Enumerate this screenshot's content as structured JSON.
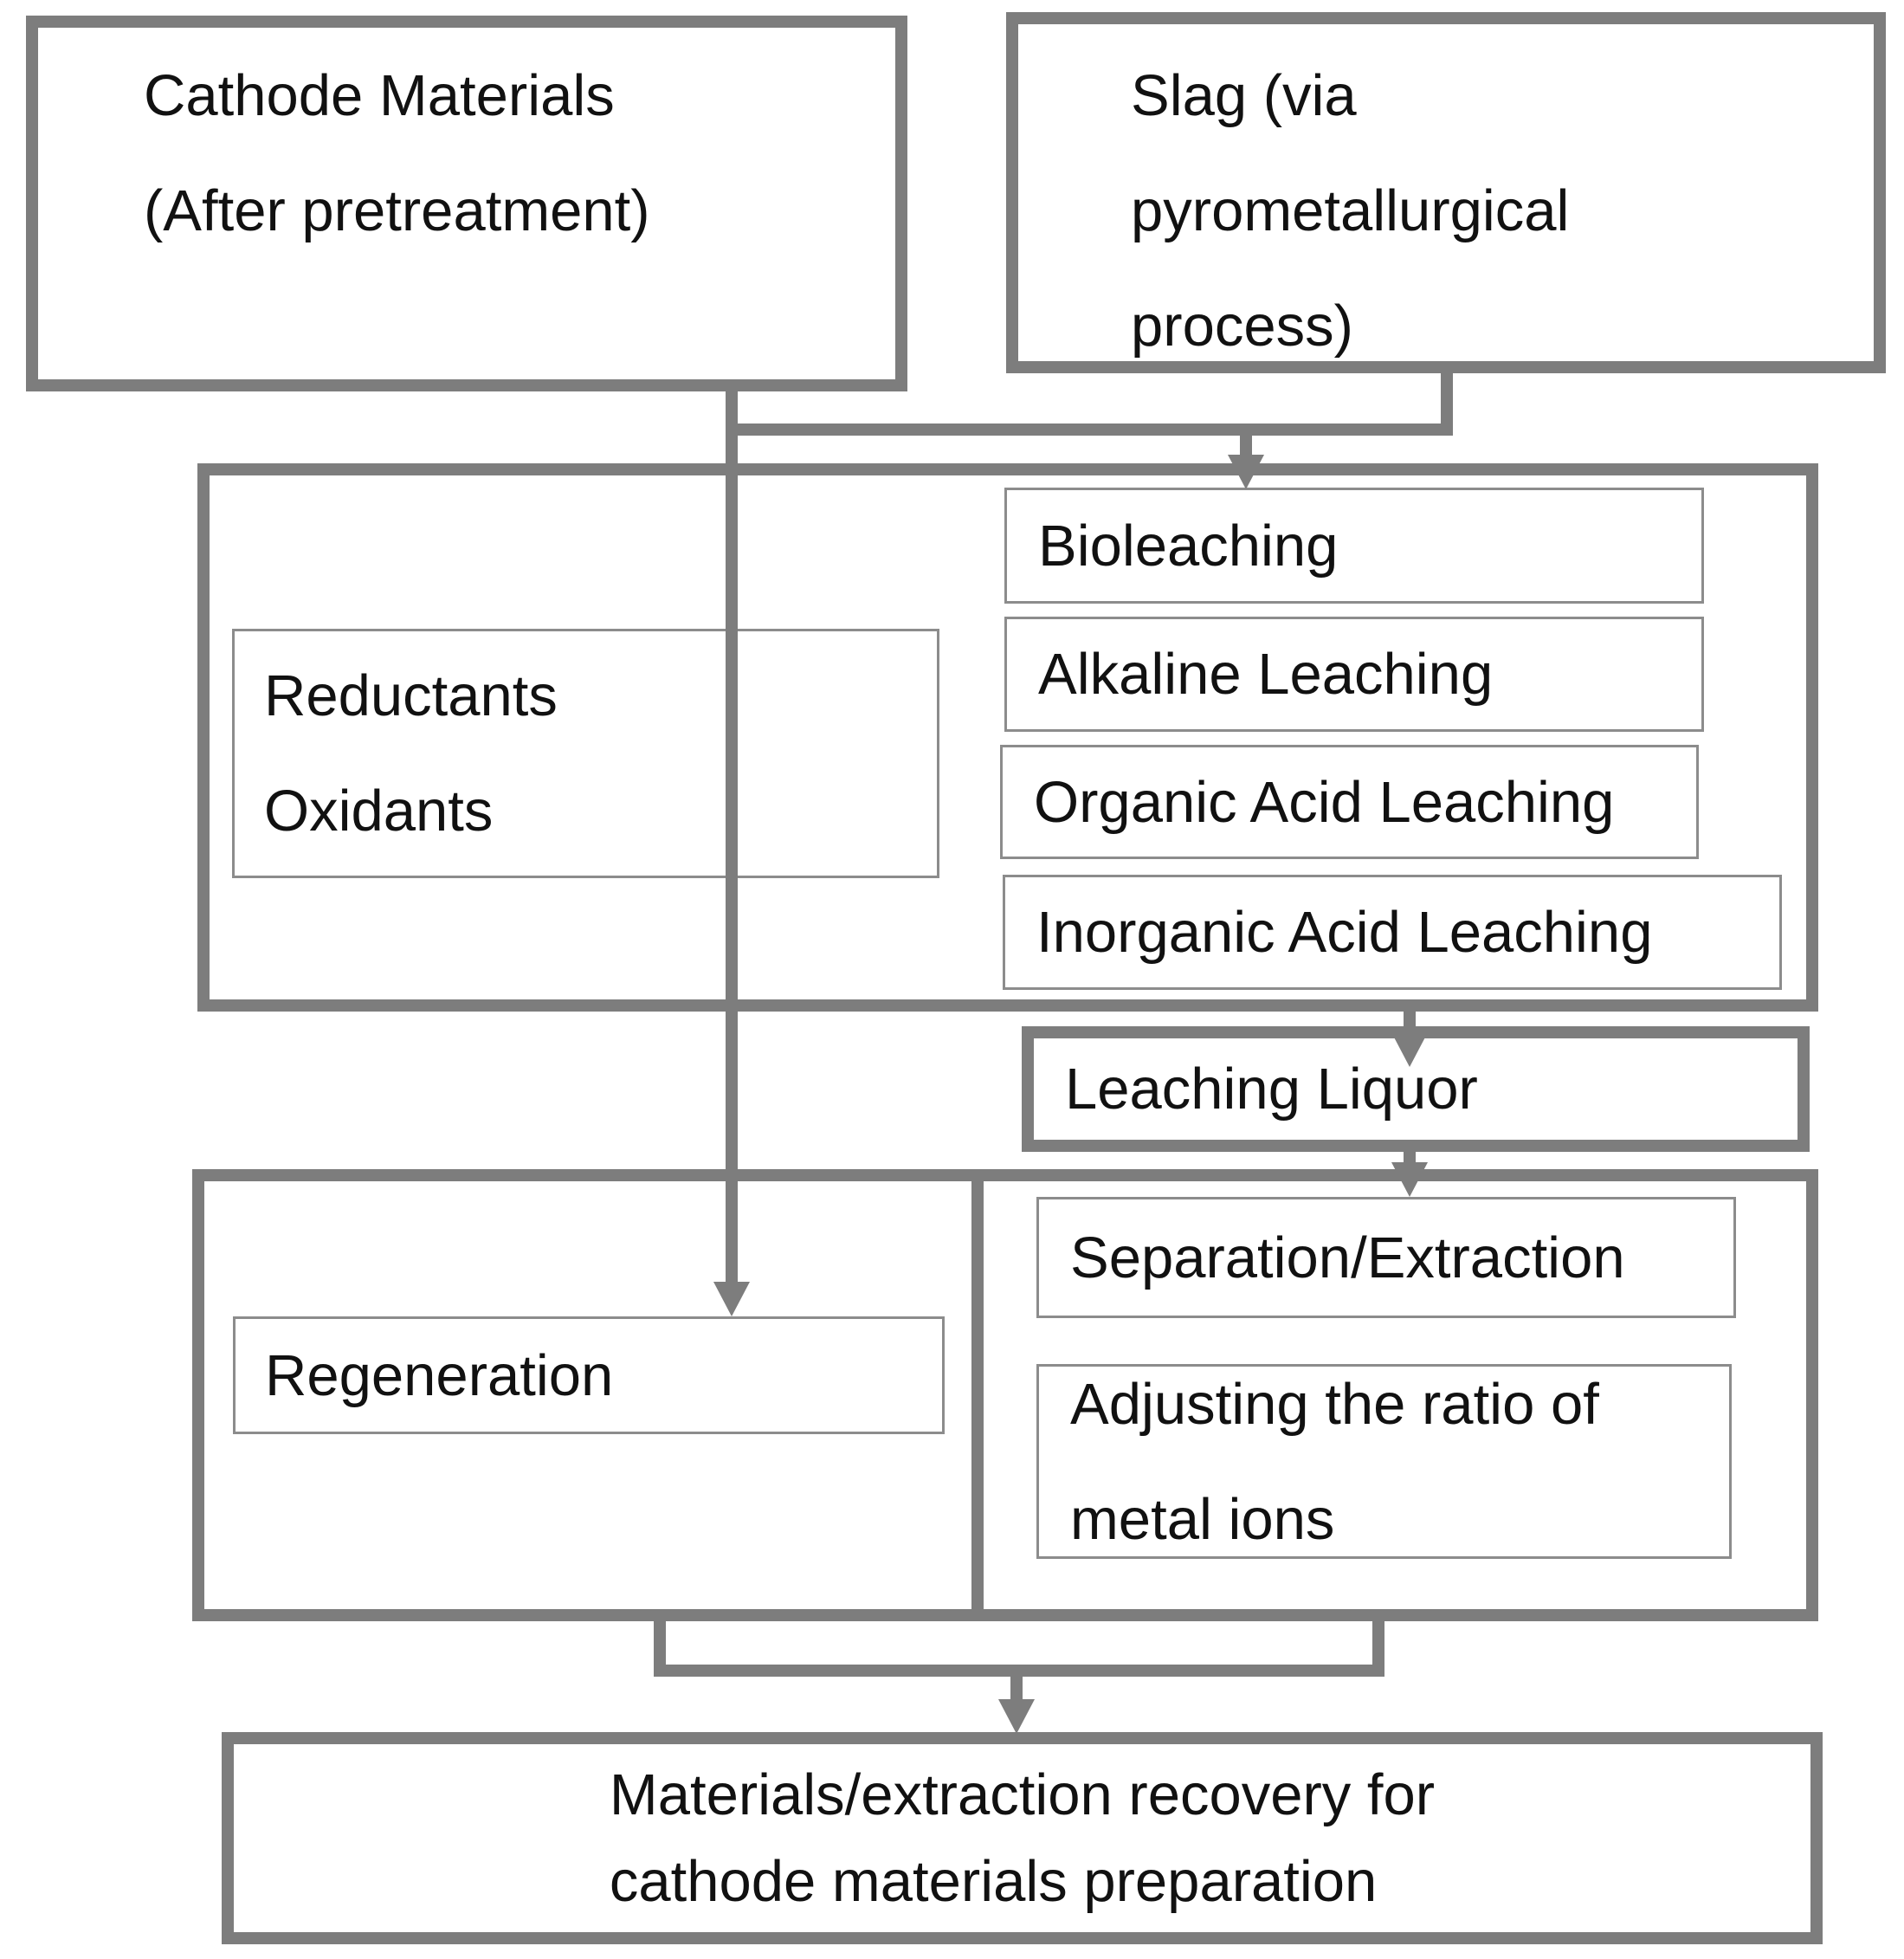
{
  "diagram": {
    "type": "flowchart",
    "nodes": {
      "cathode": {
        "label": "Cathode Materials\n(After pretreatment)"
      },
      "slag": {
        "label": "Slag (via\npyrometallurgical\nprocess)"
      },
      "reductants": {
        "label": "Reductants\nOxidants"
      },
      "bioleaching": {
        "label": "Bioleaching"
      },
      "alkaline": {
        "label": "Alkaline Leaching"
      },
      "organic": {
        "label": "Organic Acid Leaching"
      },
      "inorganic": {
        "label": "Inorganic Acid Leaching"
      },
      "leaching_liquor": {
        "label": "Leaching Liquor"
      },
      "regeneration": {
        "label": "Regeneration"
      },
      "separation": {
        "label": "Separation/Extraction"
      },
      "adjusting": {
        "label": "Adjusting the ratio of\nmetal ions"
      },
      "recovery": {
        "label": "Materials/extraction recovery for\ncathode materials preparation"
      }
    },
    "edges": [
      {
        "from": "cathode",
        "to": "regeneration"
      },
      {
        "from": "slag",
        "to": "leaching-methods-group"
      },
      {
        "from": "leaching-methods-group",
        "to": "leaching_liquor"
      },
      {
        "from": "leaching_liquor",
        "to": "separation"
      },
      {
        "from": "regeneration-separation-group",
        "to": "recovery"
      }
    ]
  },
  "colors": {
    "border": "#7d7d7d",
    "thin-border": "#8c8c8c",
    "text": "#111111",
    "bg": "#ffffff"
  }
}
